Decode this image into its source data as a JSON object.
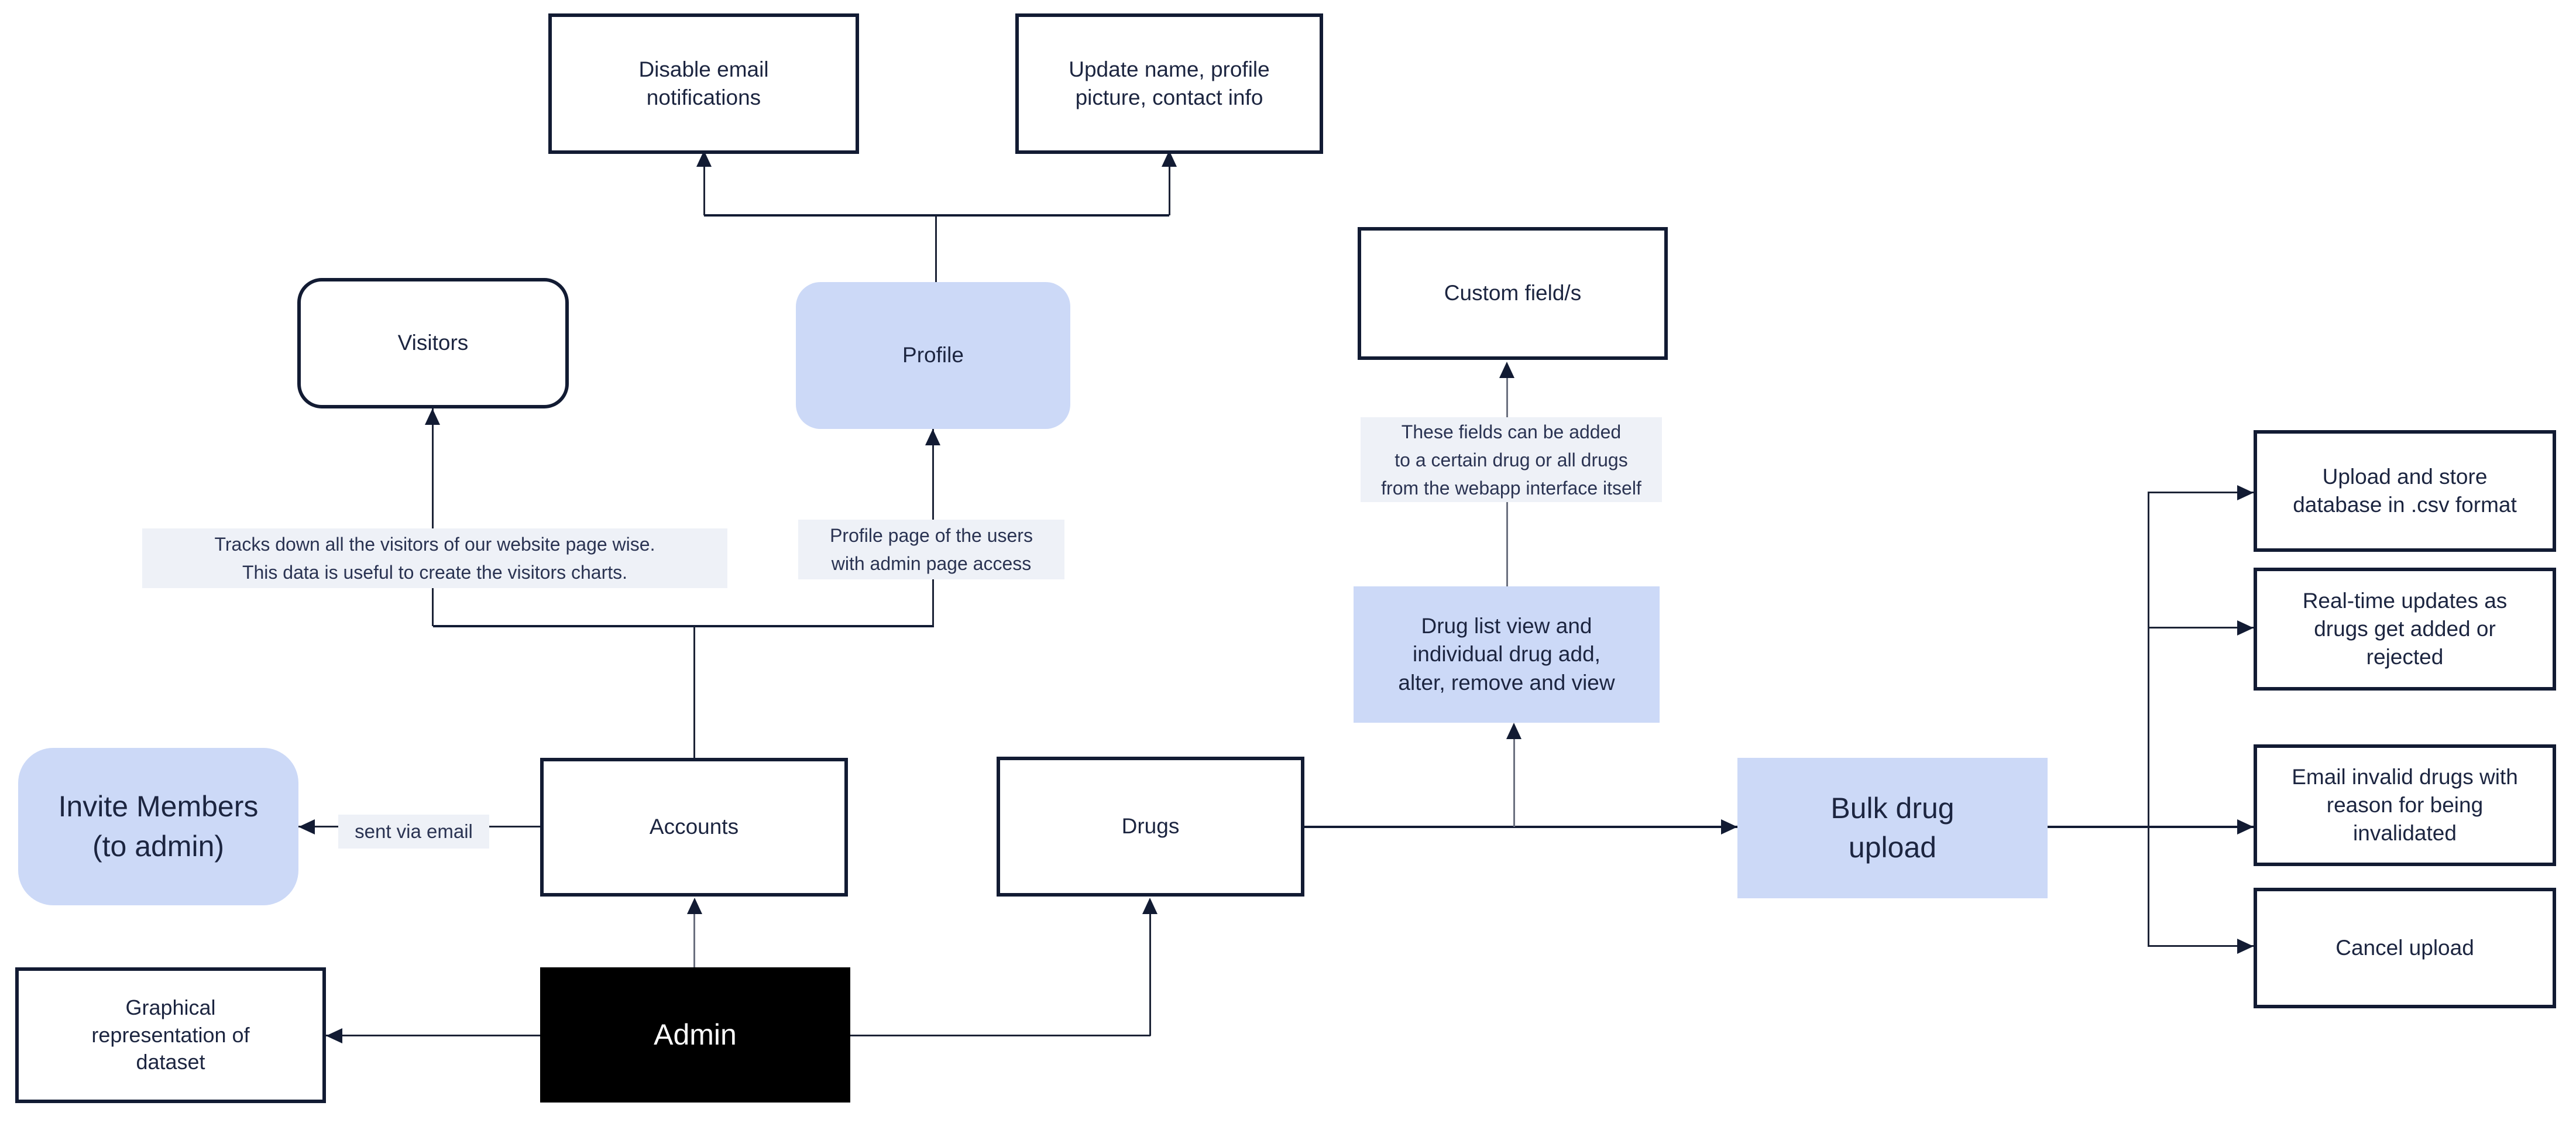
{
  "colors": {
    "background": "#ffffff",
    "node_fill_blue": "#ccd9f7",
    "node_border": "#121b33",
    "node_fill_black": "#000000",
    "text_dark": "#1c2540",
    "text_light": "#ffffff",
    "line_dark": "#1c2336",
    "line_gray": "#6a6f7e",
    "annotation_bg": "#eef1f7"
  },
  "nodes": {
    "disable_email": {
      "label": "Disable email\nnotifications"
    },
    "update_name": {
      "label": "Update name, profile\npicture, contact info"
    },
    "visitors": {
      "label": "Visitors"
    },
    "profile": {
      "label": "Profile"
    },
    "custom_fields": {
      "label": "Custom field/s"
    },
    "drug_list": {
      "label": "Drug list view and\nindividual drug add,\nalter, remove and view"
    },
    "invite_members": {
      "label": "Invite Members\n(to admin)"
    },
    "accounts": {
      "label": "Accounts"
    },
    "drugs": {
      "label": "Drugs"
    },
    "bulk_upload": {
      "label": "Bulk drug\nupload"
    },
    "graphical": {
      "label": "Graphical\nrepresentation of\ndataset"
    },
    "admin": {
      "label": "Admin"
    },
    "upload_store": {
      "label": "Upload and store\ndatabase in .csv format"
    },
    "realtime": {
      "label": "Real-time updates as\ndrugs get added or\nrejected"
    },
    "email_invalid": {
      "label": "Email invalid drugs with\nreason for being\ninvalidated"
    },
    "cancel_upload": {
      "label": "Cancel upload"
    }
  },
  "annotations": {
    "visitors_note": "Tracks down all the visitors of our website page wise.\nThis data is useful to create the visitors charts.",
    "profile_note": "Profile page of the users\nwith admin page access",
    "custom_fields_note": "These fields can be added\nto a certain drug or all drugs\nfrom the webapp interface itself",
    "sent_via_email": "sent via email"
  }
}
